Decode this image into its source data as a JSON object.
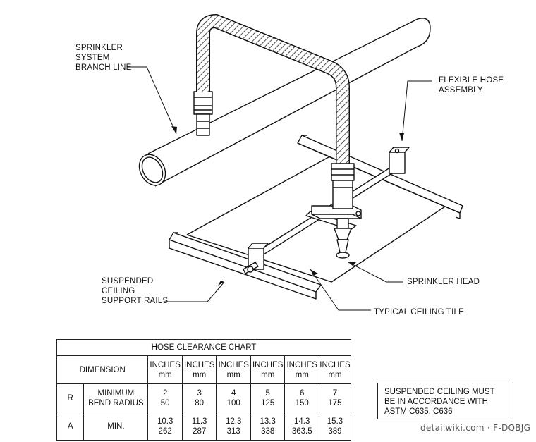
{
  "labels": {
    "branch_line": "SPRINKLER\nSYSTEM\nBRANCH LINE",
    "flex_hose": "FLEXIBLE HOSE\nASSEMBLY",
    "support_rails": "SUSPENDED\nCEILING\nSUPPORT RAILS",
    "sprinkler_head": "SPRINKLER HEAD",
    "ceiling_tile": "TYPICAL CEILING TILE"
  },
  "chart": {
    "title": "HOSE CLEARANCE CHART",
    "dimension_header": "DIMENSION",
    "columns": [
      {
        "unit1": "INCHES",
        "unit2": "mm"
      },
      {
        "unit1": "INCHES",
        "unit2": "mm"
      },
      {
        "unit1": "INCHES",
        "unit2": "mm"
      },
      {
        "unit1": "INCHES",
        "unit2": "mm"
      },
      {
        "unit1": "INCHES",
        "unit2": "mm"
      },
      {
        "unit1": "INCHES",
        "unit2": "mm"
      }
    ],
    "rows": [
      {
        "code": "R",
        "name": "MINIMUM\nBEND RADIUS",
        "values": [
          [
            "2",
            "50"
          ],
          [
            "3",
            "80"
          ],
          [
            "4",
            "100"
          ],
          [
            "5",
            "125"
          ],
          [
            "6",
            "150"
          ],
          [
            "7",
            "175"
          ]
        ]
      },
      {
        "code": "A",
        "name": "MIN.",
        "values": [
          [
            "10.3",
            "262"
          ],
          [
            "11.3",
            "287"
          ],
          [
            "12.3",
            "313"
          ],
          [
            "13.3",
            "338"
          ],
          [
            "14.3",
            "363.5"
          ],
          [
            "15.3",
            "389"
          ]
        ]
      }
    ]
  },
  "note": "SUSPENDED CEILING MUST\nBE IN ACCORDANCE WITH\nASTM C635, C636",
  "watermark": "detailwiki.com · F-DQBJG"
}
